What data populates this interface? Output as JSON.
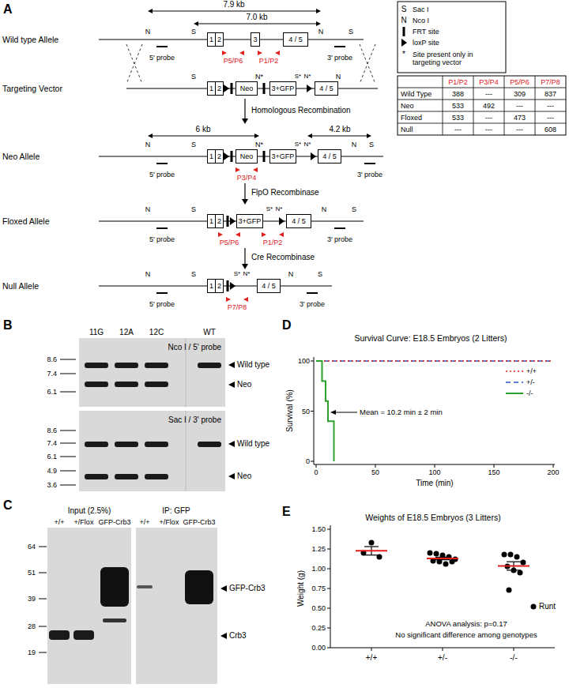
{
  "diagram": {
    "nodes": [
      {
        "text": [
          "1"
        ]
      },
      {
        "text": [
          "2"
        ]
      },
      {
        "text": [
          "3"
        ]
      },
      {
        "text": [
          "4 / 5"
        ]
      },
      {
        "text": [
          "1"
        ]
      },
      {
        "text": [
          "2"
        ]
      },
      {
        "text": [
          "Neo"
        ]
      },
      {
        "text": [
          "3+GFP"
        ]
      },
      {
        "text": [
          "4 / 5"
        ]
      },
      {
        "text": [
          "1"
        ]
      },
      {
        "text": [
          "2"
        ]
      },
      {
        "text": [
          "Neo"
        ]
      },
      {
        "text": [
          "3+GFP"
        ]
      },
      {
        "text": [
          "4 / 5"
        ]
      },
      {
        "text": [
          "1"
        ]
      },
      {
        "text": [
          "2"
        ]
      },
      {
        "text": [
          "3+GFP"
        ]
      },
      {
        "text": [
          "4 / 5"
        ]
      },
      {
        "text": [
          "1"
        ]
      },
      {
        "text": [
          "2"
        ]
      },
      {
        "text": [
          "4 / 5"
        ]
      }
    ],
    "labels": [
      "A",
      "7.9 kb",
      "7.0 kb",
      "Wild type Allele",
      "N",
      "S",
      "N",
      "S",
      "5' probe",
      "3' probe",
      "P5/P6",
      "P1/P2",
      "Targeting Vector",
      "S",
      "N*",
      "S*",
      "N*",
      "N",
      "6 kb",
      "4.2 kb",
      "Neo Allele",
      "N",
      "S",
      "N*",
      "S*",
      "N*",
      "N",
      "S",
      "5' probe",
      "3' probe",
      "P3/P4",
      "Floxed Allele",
      "N",
      "S",
      "S*",
      "N*",
      "N",
      "S",
      "5' probe",
      "3' probe",
      "P5/P6",
      "P1/P2",
      "Null Allele",
      "N",
      "S",
      "S*",
      "N*",
      "N",
      "S",
      "5' probe",
      "3' probe",
      "P7/P8",
      "Homologous Recombination",
      "FlpO Recombinase",
      "Cre Recombinase",
      "S",
      "N",
      "*",
      "P1/P2",
      "P3/P4",
      "P5/P6",
      "P7/P8",
      "Wild Type",
      "388",
      "---",
      "309",
      "837",
      "Neo",
      "533",
      "492",
      "---",
      "---",
      "Floxed",
      "533",
      "---",
      "473",
      "---",
      "Null",
      "---",
      "---",
      "---",
      "608",
      "B",
      "11G",
      "12A",
      "12C",
      "WT",
      "Nco I / 5' probe",
      "8.6",
      "7.4",
      "6.1",
      "Wild type",
      "Neo",
      "Sac I / 3' probe",
      "8.6",
      "7.4",
      "6.1",
      "4.9",
      "3.6",
      "Wild type",
      "Neo",
      "C",
      "Input (2.5%)",
      "IP: GFP",
      "+/+",
      "+/Flox",
      "GFP-Crb3",
      "+/+",
      "+/Flox",
      "GFP-Crb3",
      "64",
      "51",
      "39",
      "28",
      "19",
      "GFP-Crb3",
      "Crb3",
      "D",
      "Survival Curve: E18.5 Embryos (2 Litters)",
      "Survival (%)",
      "100",
      "50",
      "0",
      "0",
      "50",
      "100",
      "150",
      "200",
      "Time (min)",
      "Mean = 10.2 min ± 2 min",
      "E",
      "Weights of E18.5 Embryos (3 Litters)",
      "Weight (g)",
      "0.00",
      "0.25",
      "0.50",
      "0.75",
      "1.00",
      "1.25",
      "1.50",
      "+/+",
      "+/-",
      "-/-",
      "Runt",
      "ANOVA analysis: p=0.17",
      "No significant difference among genotypes"
    ],
    "legend": [
      {
        "text": "Sac I"
      },
      {
        "text": "Nco I"
      },
      {
        "text": "FRT site"
      },
      {
        "text": "loxP site"
      },
      {
        "text": "Site present only in targeting vector"
      },
      {
        "text": "+/+"
      },
      {
        "text": "+/-"
      },
      {
        "text": "-/-"
      }
    ]
  }
}
